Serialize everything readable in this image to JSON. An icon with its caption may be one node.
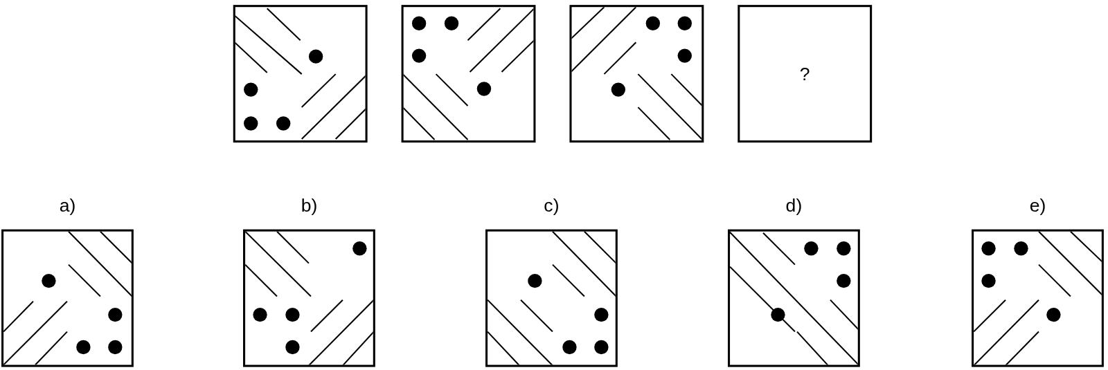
{
  "diagram": {
    "nodes": [
      {
        "text": [],
        "shape": "picture"
      },
      {
        "text": [],
        "shape": "picture"
      },
      {
        "text": [],
        "shape": "picture"
      },
      {
        "text": [
          "?"
        ]
      },
      {
        "text": [],
        "shape": "picture",
        "beside": [
          "a)"
        ]
      },
      {
        "text": [],
        "shape": "picture",
        "beside": [
          "b)"
        ]
      },
      {
        "text": [],
        "shape": "picture",
        "beside": [
          "c)"
        ]
      },
      {
        "text": [],
        "shape": "picture",
        "beside": [
          "d)"
        ]
      },
      {
        "text": [],
        "shape": "picture",
        "beside": [
          "e)"
        ]
      }
    ],
    "edges": []
  }
}
